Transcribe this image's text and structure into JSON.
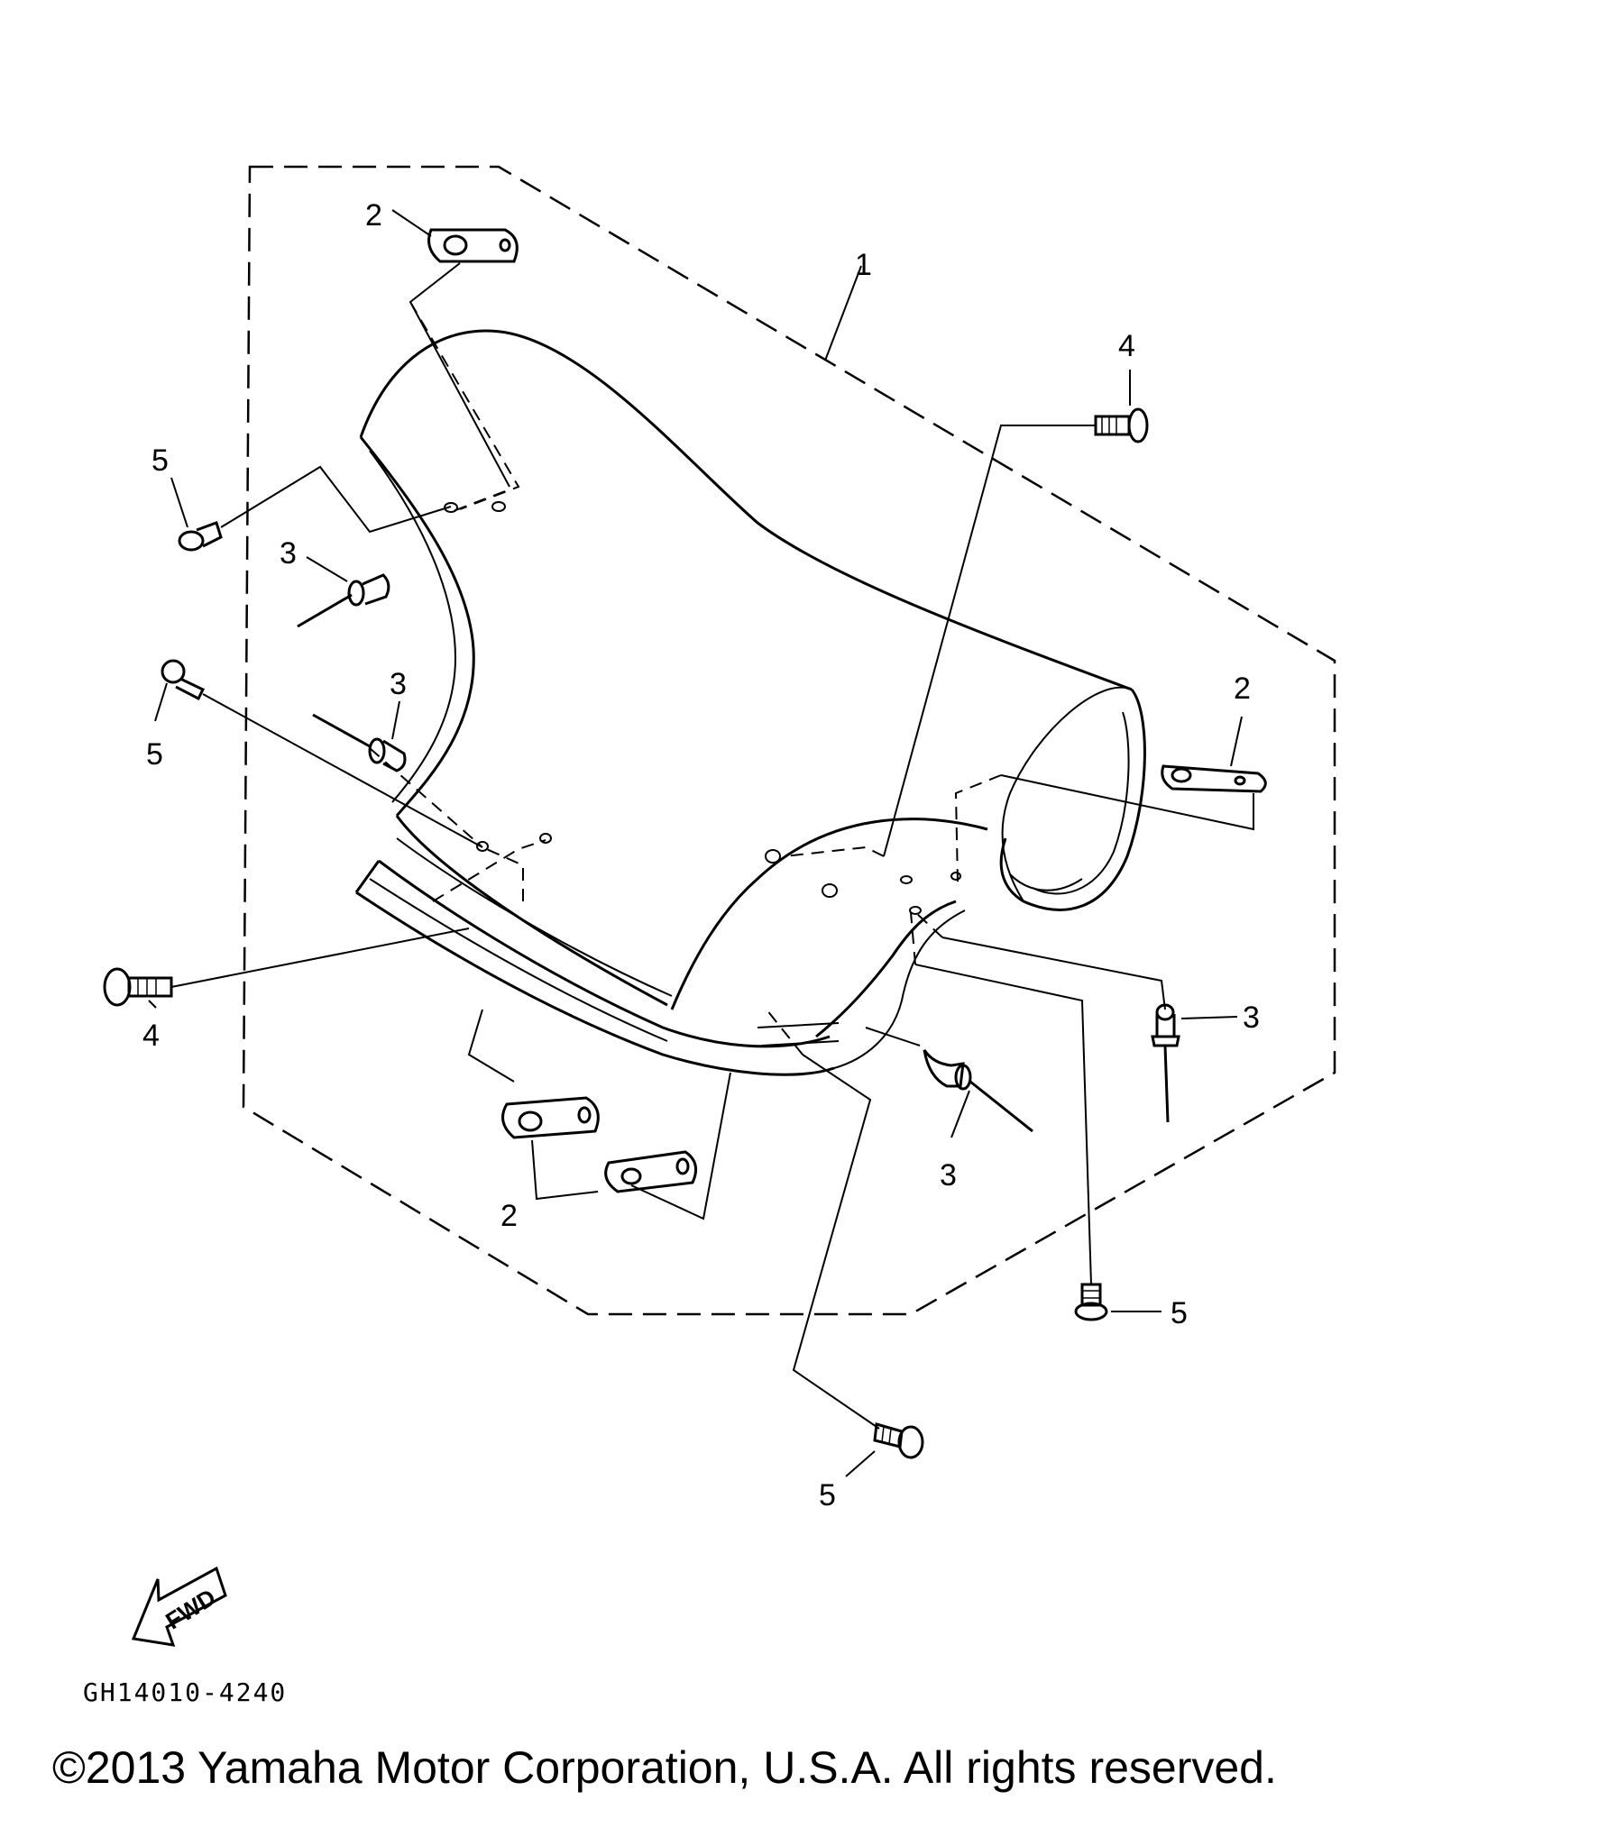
{
  "diagram": {
    "callouts": {
      "part_1": "1",
      "part_2": "2",
      "part_3": "3",
      "part_4": "4",
      "part_5": "5"
    },
    "fwd_label": "FWD",
    "drawing_code": "GH14010-4240"
  },
  "footer": {
    "copyright": "©2013 Yamaha Motor Corporation, U.S.A. All rights reserved."
  },
  "colors": {
    "ink": "#000000",
    "background": "#ffffff"
  }
}
